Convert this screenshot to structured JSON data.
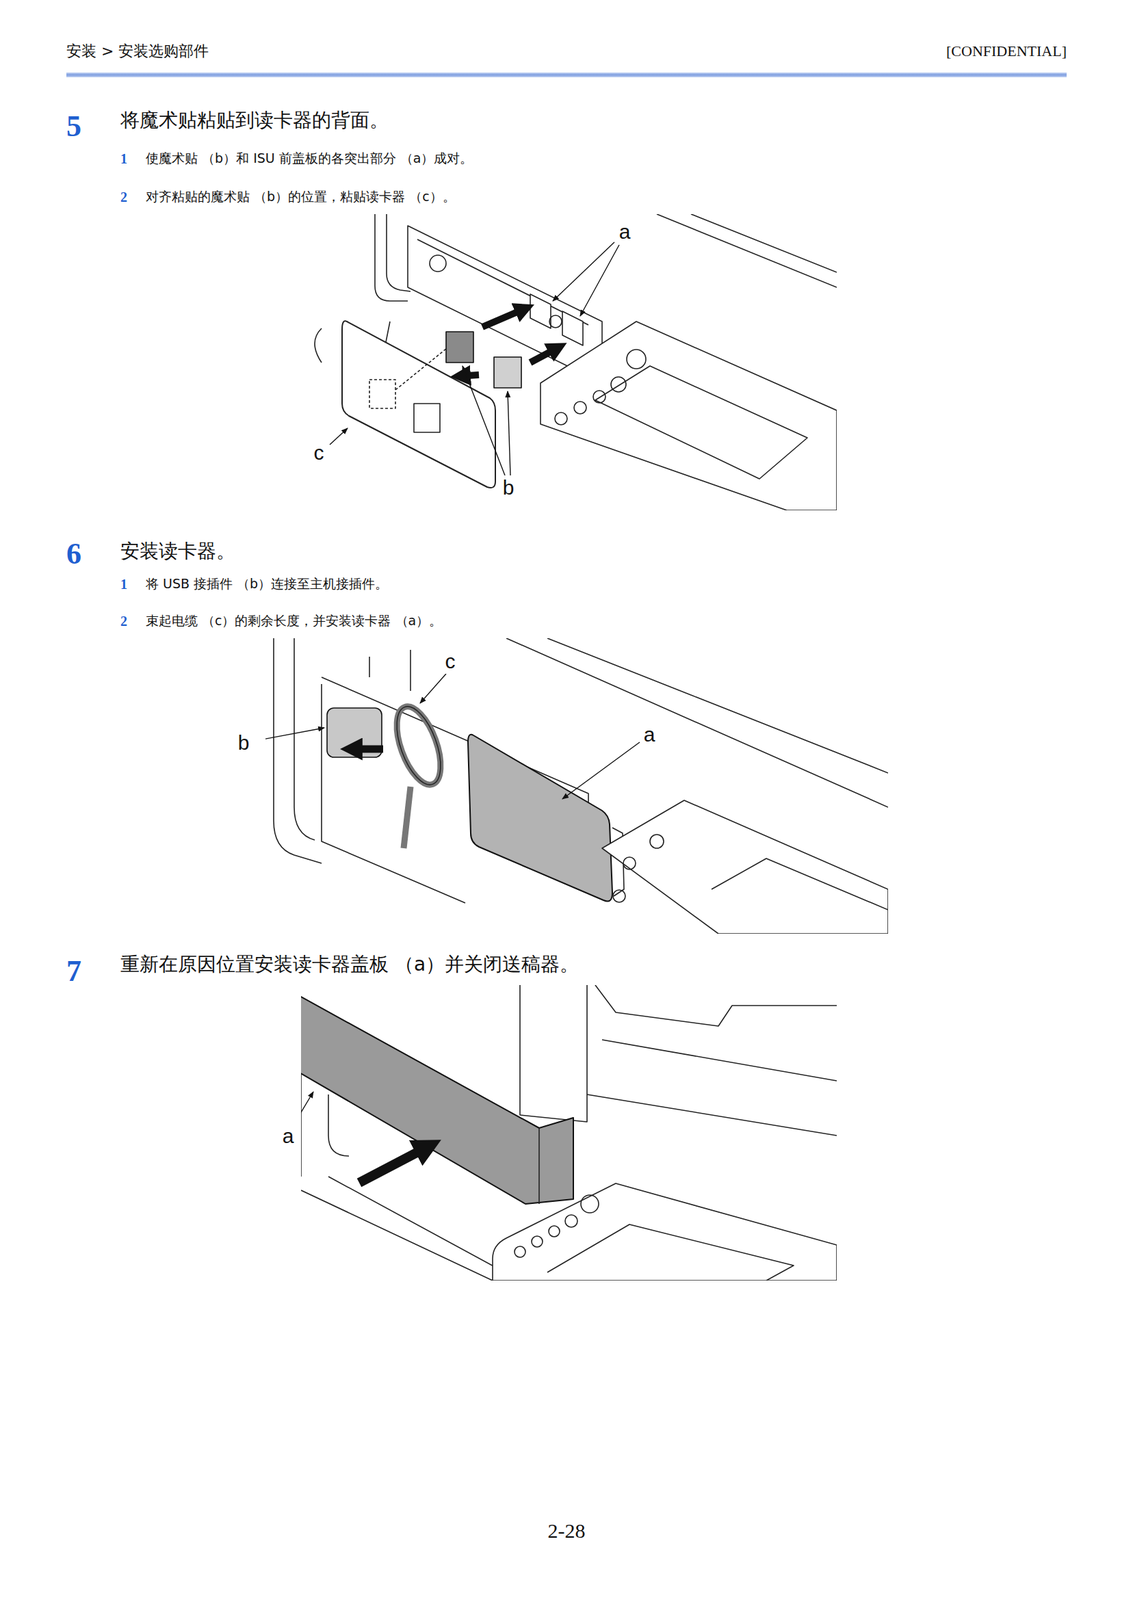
{
  "diagram": {
    "labels": [
      "安装 > 安装选购部件",
      "[CONFIDENTIAL]",
      "5",
      "将魔术贴粘贴到读卡器的背面。",
      "1",
      "使魔术贴 （b）和 ISU 前盖板的各突出部分 （a）成对。",
      "2",
      "对齐粘贴的魔术贴 （b）的位置，粘贴读卡器 （c）。",
      "a",
      "c",
      "b",
      "6",
      "安装读卡器。",
      "1",
      "将 USB 接插件 （b）连接至主机接插件。",
      "2",
      "束起电缆 （c）的剩余长度，并安装读卡器 （a）。",
      "c",
      "b",
      "a",
      "7",
      "重新在原因位置安装读卡器盖板 （a）并关闭送稿器。",
      "a",
      "2-28"
    ]
  }
}
